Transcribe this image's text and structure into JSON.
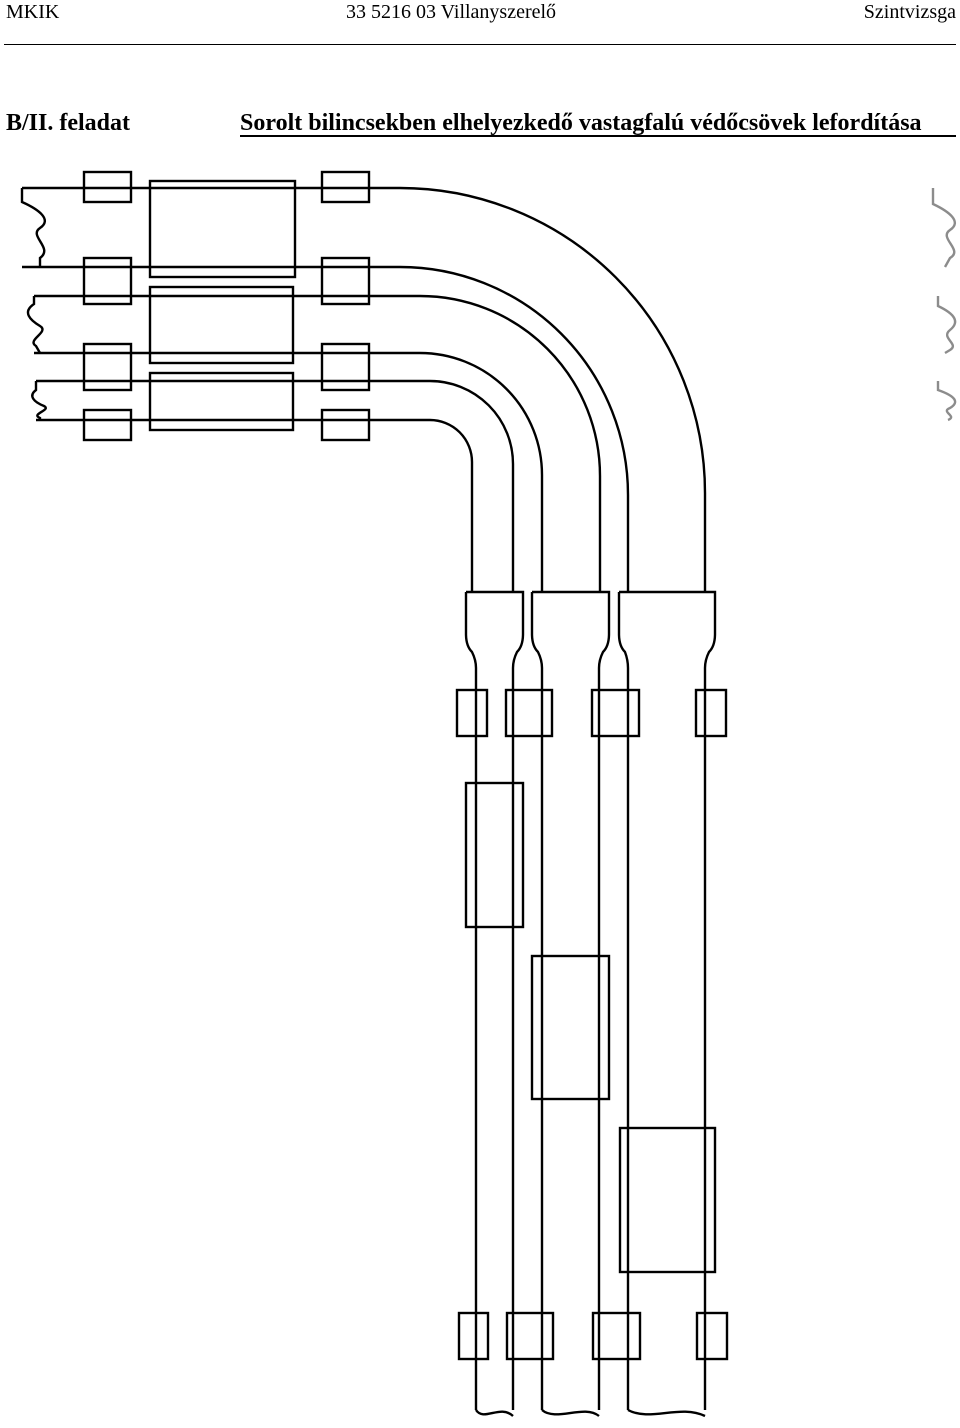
{
  "header": {
    "left": "MKIK",
    "center": "33 5216 03 Villanyszerelő",
    "right": "Szintvizsga"
  },
  "task": {
    "label": "B/II. feladat",
    "title": "Sorolt bilincsekben elhelyezkedő vastagfalú védőcsövek lefordítása"
  }
}
